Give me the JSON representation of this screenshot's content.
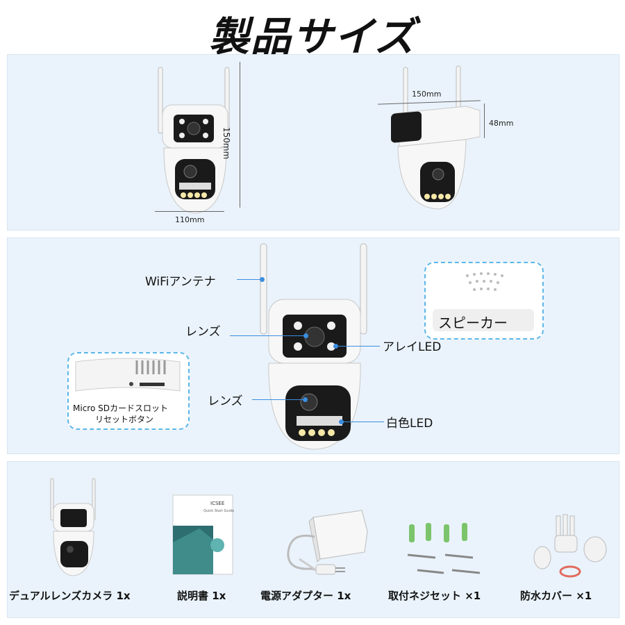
{
  "header": {
    "title": "製品サイズ"
  },
  "dimensions": {
    "height": "150mm",
    "width_front": "110mm",
    "width_side": "150mm",
    "depth": "48mm"
  },
  "features": {
    "wifi_antenna": "WiFiアンテナ",
    "lens_top": "レンズ",
    "lens_bottom": "レンズ",
    "array_led": "アレイLED",
    "white_led": "白色LED",
    "speaker": "スピーカー",
    "sd_slot_line1": "Micro SDカードスロット",
    "sd_slot_line2": "リセットボタン"
  },
  "package": {
    "items": [
      {
        "label": "デュアルレンズカメラ 1x"
      },
      {
        "label": "説明書 1x"
      },
      {
        "label": "電源アダプター 1x"
      },
      {
        "label": "取付ネジセット ×1"
      },
      {
        "label": "防水カバー ×1"
      }
    ],
    "manual_brand": "ICSEE",
    "manual_subtitle": "Quick Start Guide"
  },
  "colors": {
    "panel_bg": "#eaf3fb",
    "accent": "#3b8de0",
    "dashed_border": "#5bb7e8"
  }
}
